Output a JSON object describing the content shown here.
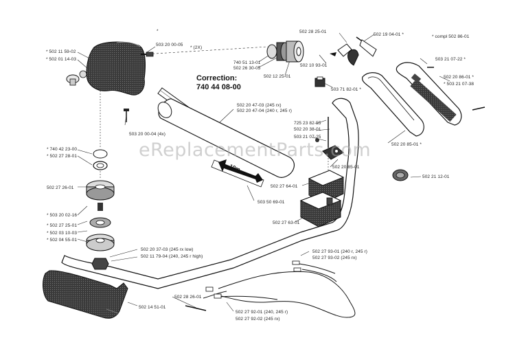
{
  "watermark": "eReplacementParts.com",
  "correction": {
    "title": "Correction:",
    "number": "740 44 08-00"
  },
  "shaft_marking": "10m",
  "colors": {
    "line": "#111111",
    "part_dark": "#2a2a2a",
    "watermark": "#aaaaaa"
  },
  "labels": {
    "top_star": "*",
    "l1": "* 502 11 59-02",
    "l2": "* 502 01 14-03",
    "l3": "503 20 00-05",
    "l3b": "* (2X)",
    "l4": "502 28 25-01",
    "l5": "502 19 04-01 *",
    "l6": "* compl 502 86-01",
    "l7": "503 21 07-22 *",
    "l8": "502 10 93-01",
    "l9": "740 51 13-01",
    "l10": "502 26 30-05",
    "l11": "502 12 25-01",
    "l12": "503 71 82-01 *",
    "l13": "502 20 86-01 *",
    "l14": "* 503 21 07-38",
    "l15": "502 20 47-03 (245 rx)",
    "l16": "502 20 47-04 (240 r, 245 r)",
    "l17": "503 20 00-04 (4x)",
    "l18": "725 23 82-55",
    "l19": "502 20 38-01",
    "l20": "503 21 07-25",
    "l21": "502 20 85-01 *",
    "l22": "* 740 42 23-00",
    "l23": "* 502 27 28-01",
    "l24": "502 20 85-01",
    "l25": "502 27 26-01",
    "l26": "502 27 64-01",
    "l27": "502 21 12-01",
    "l28": "503 50 69-01",
    "l29": "* 503 20 02-16",
    "l30": "502 27 63-01",
    "l31": "* 502 27 25-01",
    "l32": "* 502 03 10-03",
    "l33": "* 502 04 55-01",
    "l34": "502 20 37-03 (245 rx low)",
    "l35": "502 11 79-04 (240, 245 r high)",
    "l36": "502 27 93-01 (240 r, 245 r)",
    "l37": "502 27 93-02 (245 rx)",
    "l38": "502 14 51-01",
    "l39": "502 28 26-01",
    "l40": "502 27 92-01 (240, 245 r)",
    "l41": "502 27 92-02 (245 rx)"
  }
}
